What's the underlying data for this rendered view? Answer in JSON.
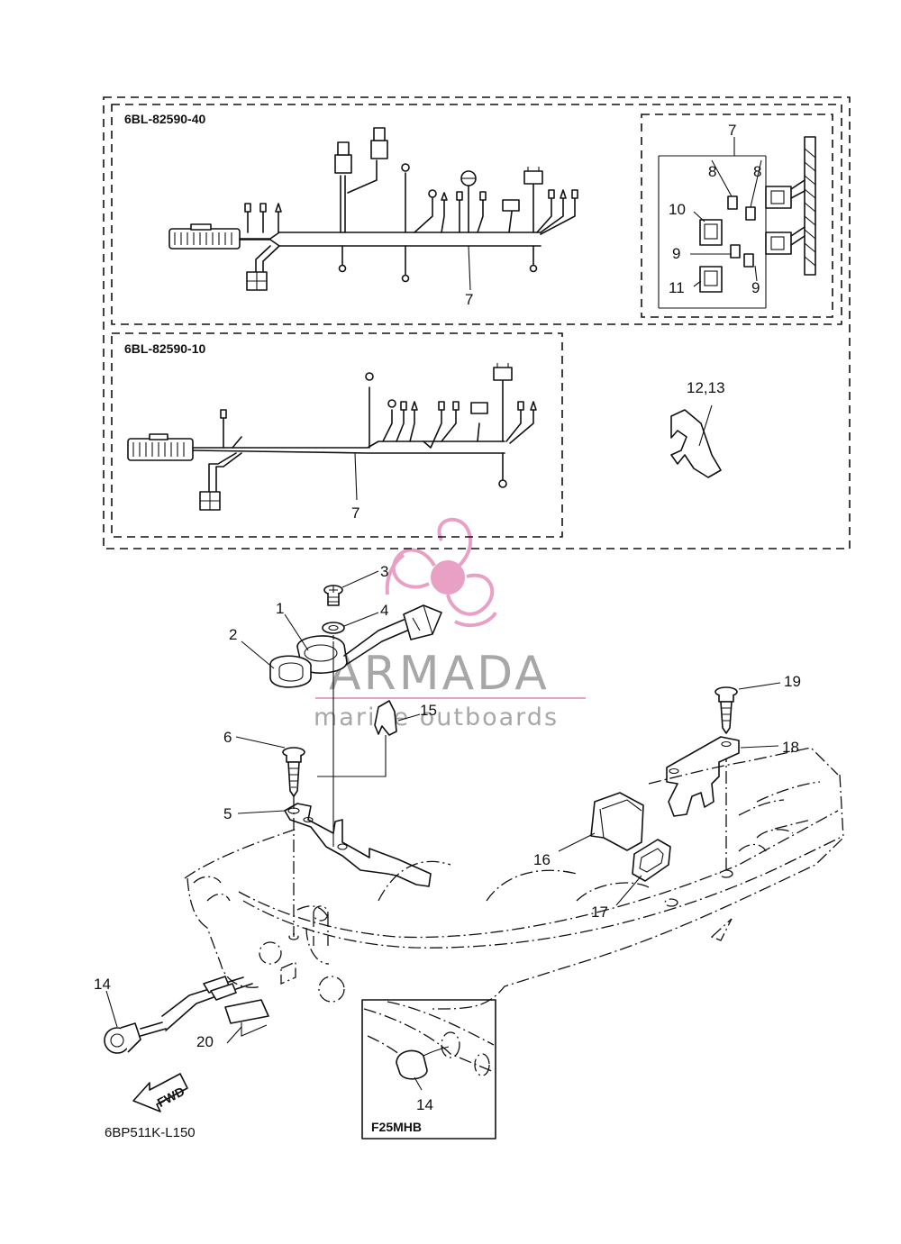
{
  "diagram": {
    "boxes": {
      "harness_40": "6BL-82590-40",
      "harness_10": "6BL-82590-10",
      "inset": "F25MHB"
    },
    "figure_code": "6BP511K-L150",
    "fwd_label": "FWD",
    "watermark": {
      "brand": "ARMADA",
      "tagline": "marine outboards",
      "accent_color": "#e8a0c4",
      "text_color": "#8a8a8a"
    },
    "callouts": {
      "c1": "1",
      "c2": "2",
      "c3": "3",
      "c4": "4",
      "c5": "5",
      "c6": "6",
      "c7a": "7",
      "c7b": "7",
      "c7c": "7",
      "c8a": "8",
      "c8b": "8",
      "c9a": "9",
      "c9b": "9",
      "c10": "10",
      "c11": "11",
      "c12_13": "12,13",
      "c14a": "14",
      "c14b": "14",
      "c15": "15",
      "c16": "16",
      "c17": "17",
      "c18": "18",
      "c19": "19",
      "c20": "20"
    }
  }
}
